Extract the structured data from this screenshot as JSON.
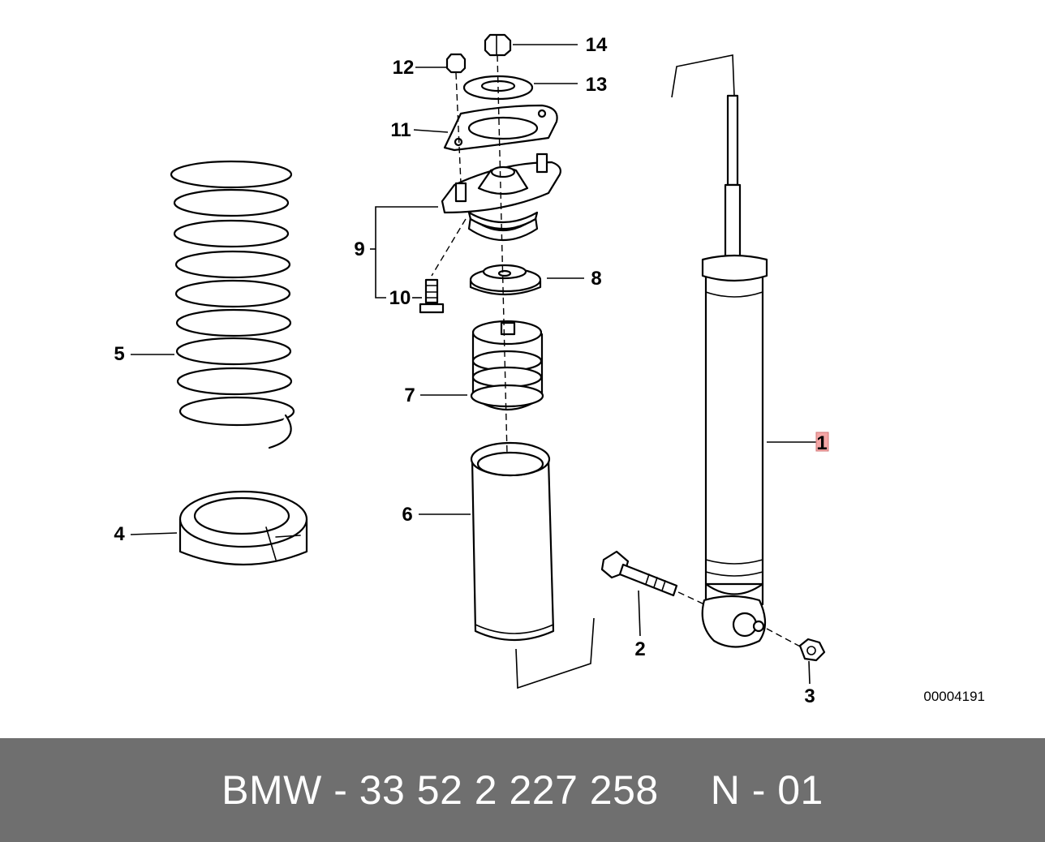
{
  "diagram": {
    "reference_number": "00004191",
    "callouts": {
      "c1": "1",
      "c2": "2",
      "c3": "3",
      "c4": "4",
      "c5": "5",
      "c6": "6",
      "c7": "7",
      "c8": "8",
      "c9": "9",
      "c10": "10",
      "c11": "11",
      "c12": "12",
      "c13": "13",
      "c14": "14"
    },
    "highlighted_callout": "1",
    "highlight_color": "#f4a6a6"
  },
  "footer": {
    "part_number": "BMW - 33 52 2 227 258",
    "position": "N - 01",
    "background_color": "#6f6f6f"
  }
}
